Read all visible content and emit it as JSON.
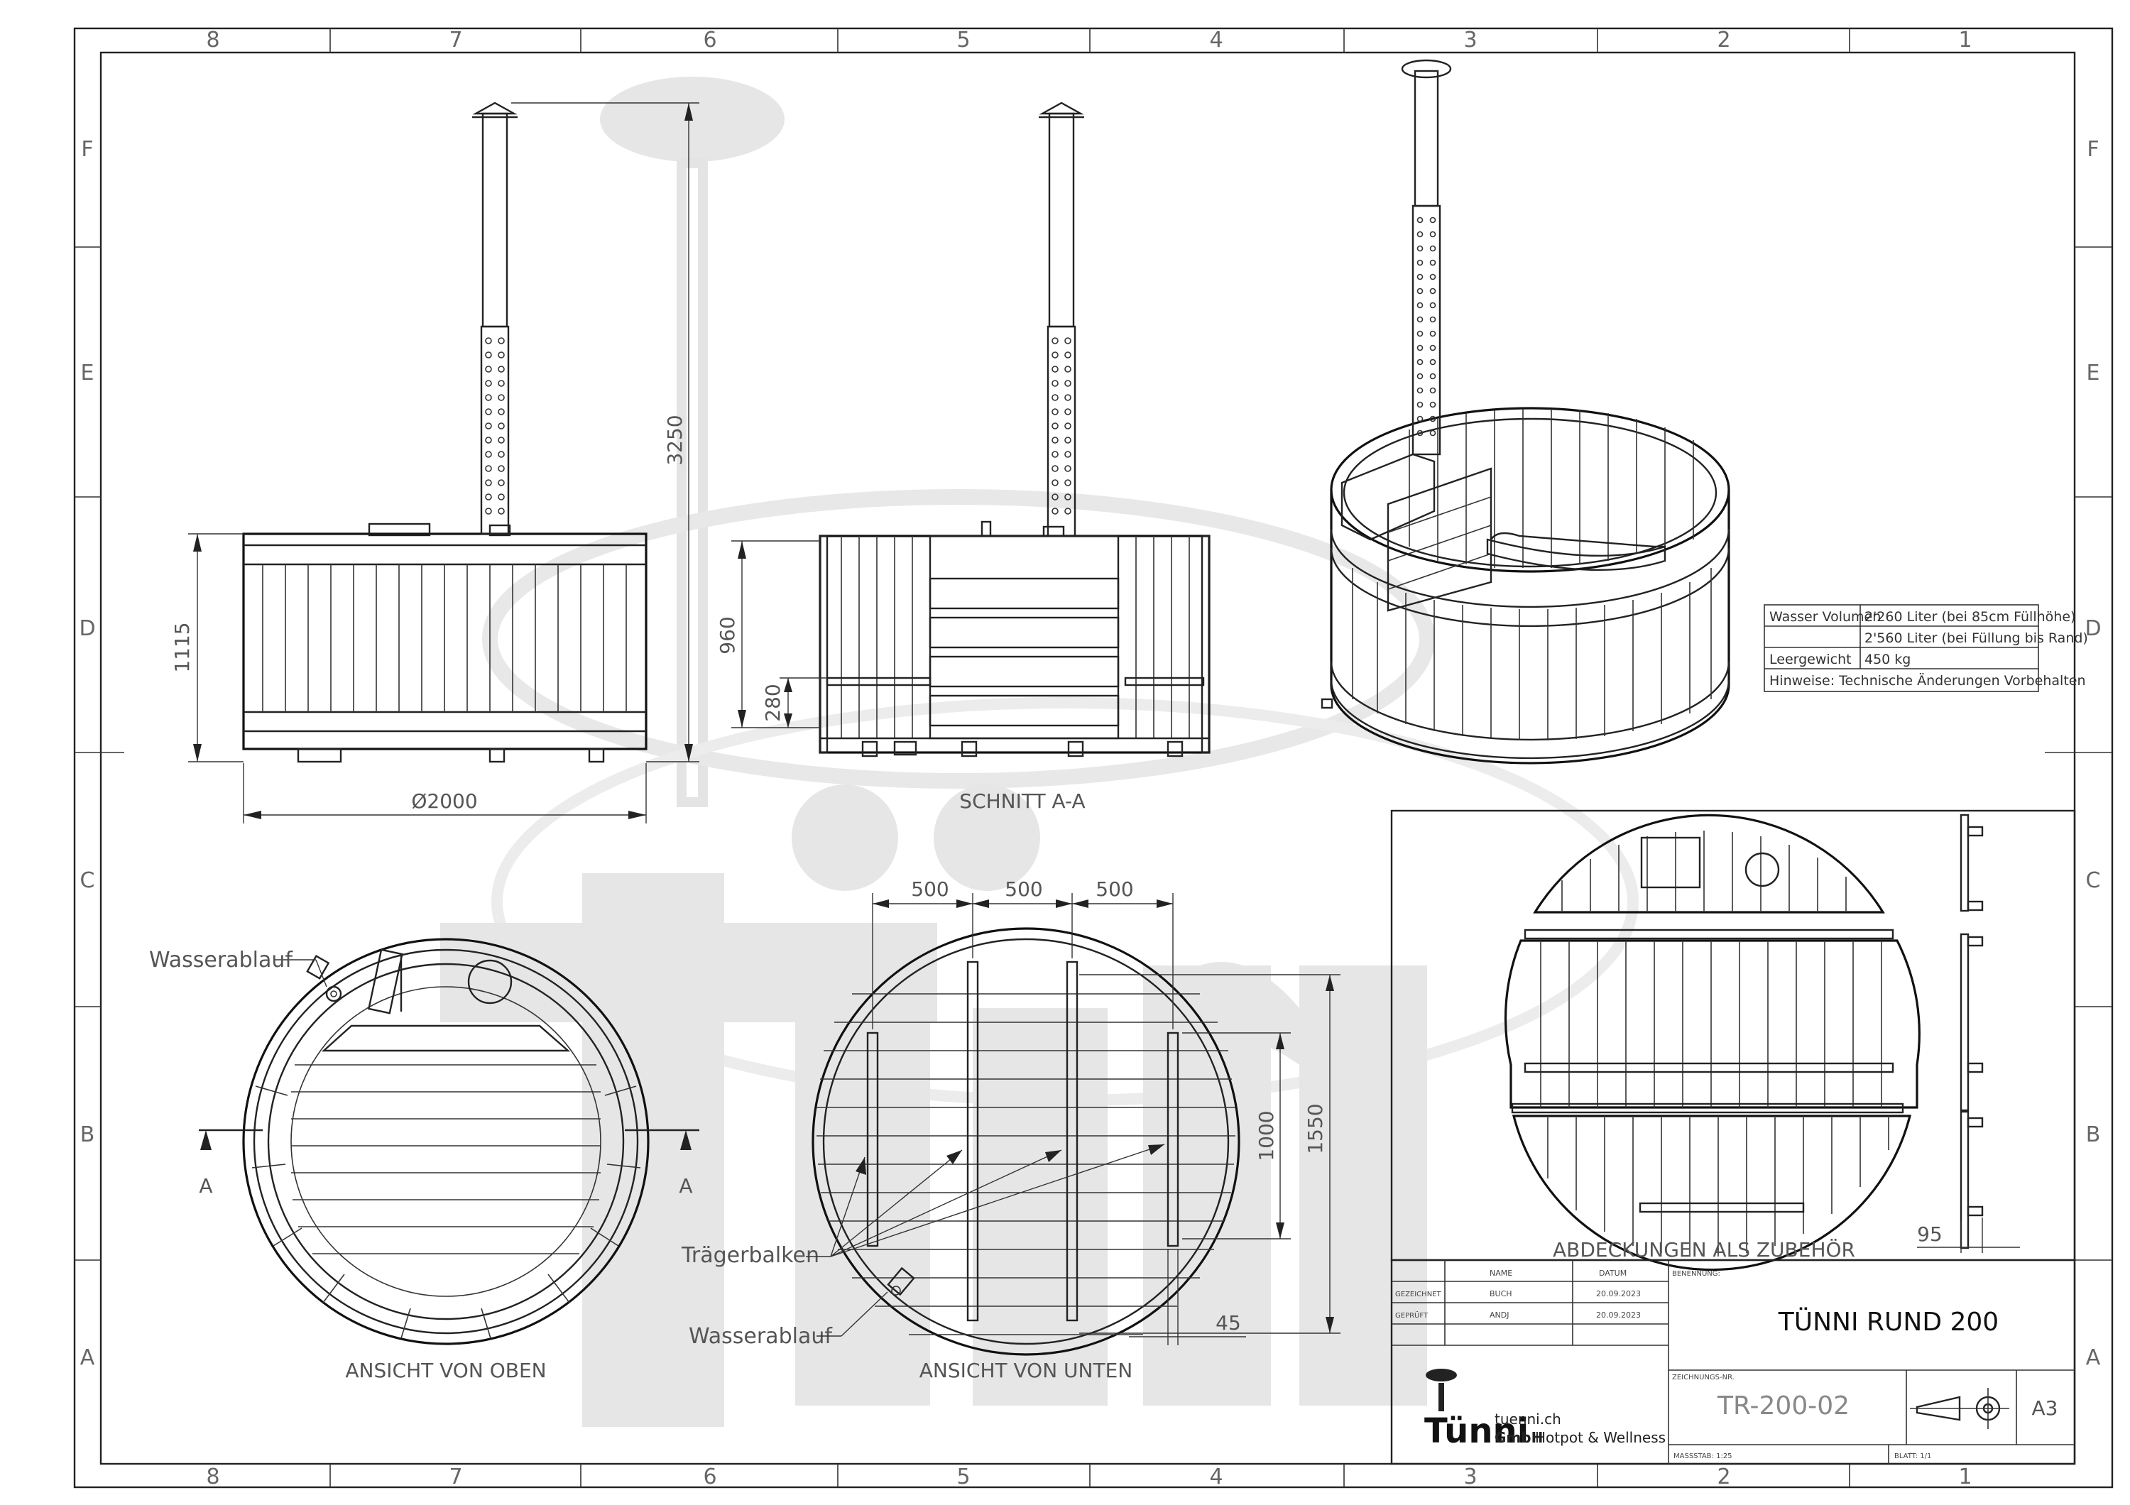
{
  "frame": {
    "columns": [
      "8",
      "7",
      "6",
      "5",
      "4",
      "3",
      "2",
      "1"
    ],
    "rows": [
      "F",
      "E",
      "D",
      "C",
      "B",
      "A"
    ]
  },
  "views": {
    "side_dims": {
      "height_total": "3250",
      "height_tub": "1115",
      "diameter": "Ø2000"
    },
    "section": {
      "dim_960": "960",
      "dim_280": "280",
      "caption": "SCHNITT A-A"
    },
    "top": {
      "wasserablauf": "Wasserablauf",
      "section_mark": "A",
      "caption": "ANSICHT VON OBEN"
    },
    "bottom": {
      "d500a": "500",
      "d500b": "500",
      "d500c": "500",
      "d1000": "1000",
      "d1550": "1550",
      "d45": "45",
      "traegerbalken": "Trägerbalken",
      "wasserablauf": "Wasserablauf",
      "caption": "ANSICHT VON UNTEN"
    },
    "covers": {
      "d95": "95",
      "caption": "ABDECKUNGEN ALS ZUBEHÖR"
    }
  },
  "spec_table": {
    "rows": [
      {
        "label": "Wasser Volumen",
        "value": "2'260 Liter (bei 85cm Füllhöhe)"
      },
      {
        "label": "",
        "value": "2'560 Liter (bei Füllung bis Rand)"
      },
      {
        "label": "Leergewicht",
        "value": "450 kg"
      }
    ],
    "note": "Hinweise: Technische Änderungen Vorbehalten"
  },
  "title_block": {
    "hdr_name": "NAME",
    "hdr_datum": "DATUM",
    "hdr_benennung": "BENENNUNG:",
    "gezeichnet_label": "GEZEICHNET",
    "gezeichnet_name": "BUCH",
    "gezeichnet_date": "20.09.2023",
    "geprueft_label": "GEPRÜFT",
    "geprueft_name": "ANDJ",
    "geprueft_date": "20.09.2023",
    "title": "TÜNNI RUND  200",
    "zeichnungsnr_label": "ZEICHNUNGS-NR.",
    "drawing_number": "TR-200-02",
    "massstab": "MASSSTAB: 1:25",
    "blatt": "BLATT: 1/1",
    "format": "A3",
    "company_logo": "Tünni",
    "company_web": "tuenni.ch",
    "company_gmbh": "GmbH",
    "company_tagline": "Hotpot & Wellness"
  }
}
